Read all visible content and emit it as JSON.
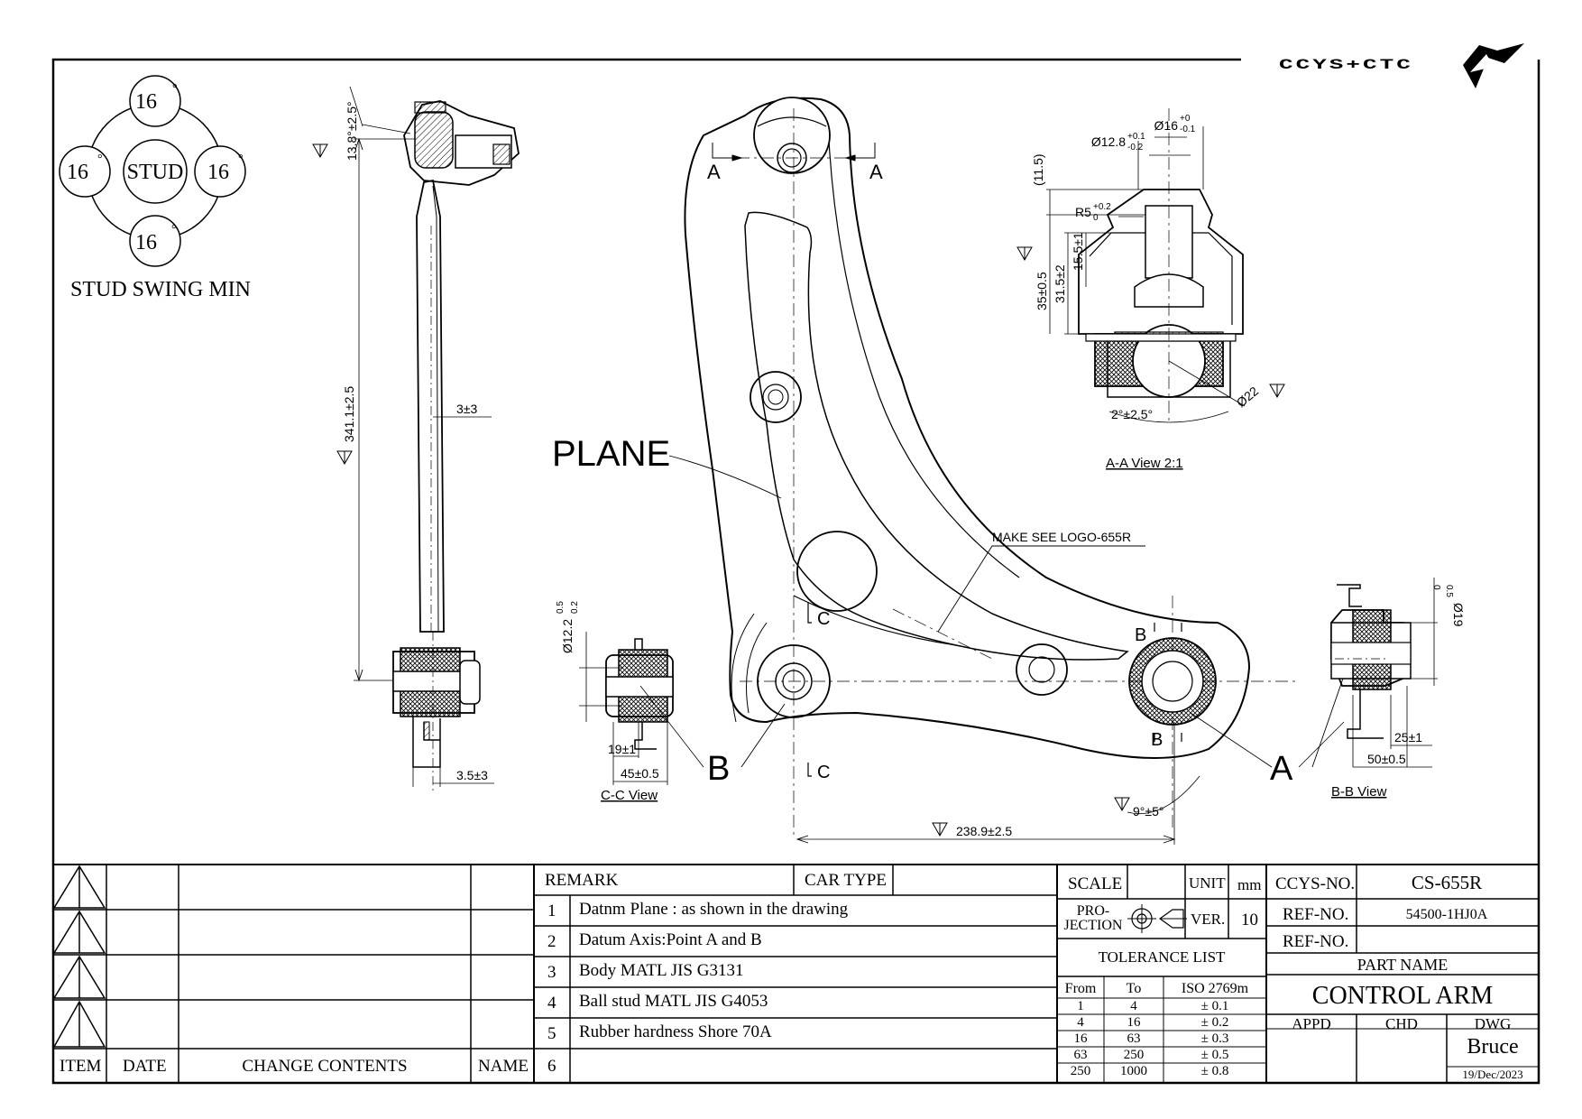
{
  "logo": {
    "text": "CCYS+CTC"
  },
  "stud_swing": {
    "top": "16",
    "left": "16",
    "right": "16",
    "bottom": "16",
    "degree": "°",
    "center": "STUD",
    "caption": "STUD SWING MIN"
  },
  "side_view": {
    "angle_top": "13.8°±2.5°",
    "length": "341.1±2.5",
    "offset_mid": "3±3",
    "offset_bottom": "3.5±3"
  },
  "cc_view": {
    "diameter": "Ø12.2",
    "diameter_tol_upper": "0.5",
    "diameter_tol_lower": "0.2",
    "dim_inner": "19±1",
    "dim_outer": "45±0.5",
    "caption": "C-C View"
  },
  "main_view": {
    "plane_label": "PLANE",
    "section_a_left": "A",
    "section_a_right": "A",
    "section_c_top": "C",
    "section_c_bottom": "C",
    "section_b_top": "B",
    "section_b_bottom": "B",
    "point_b": "B",
    "point_a": "A",
    "logo_note": "MAKE SEE LOGO-655R",
    "angle_bottom": "9°±5°",
    "span": "238.9±2.5"
  },
  "aa_view": {
    "dim_d16": "Ø16",
    "dim_d16_upper": "+0",
    "dim_d16_lower": "-0.1",
    "dim_d128": "Ø12.8",
    "dim_d128_upper": "+0.1",
    "dim_d128_lower": "-0.2",
    "dim_r5": "R5",
    "dim_r5_upper": "+0.2",
    "dim_r5_lower": "0",
    "dim_115": "(11.5)",
    "dim_155": "15.5±1",
    "dim_315": "31.5±2",
    "dim_35": "35±0.5",
    "dim_d22": "Ø22",
    "angle": "2°±2.5°",
    "caption": "A-A View 2:1"
  },
  "bb_view": {
    "diameter": "Ø19",
    "diameter_upper": "0.5",
    "diameter_lower": "0",
    "dim_25": "25±1",
    "dim_50": "50±0.5",
    "caption": "B-B View"
  },
  "title_block": {
    "revision_headers": {
      "item": "ITEM",
      "date": "DATE",
      "change": "CHANGE CONTENTS",
      "name": "NAME"
    },
    "remark_label": "REMARK",
    "car_type_label": "CAR TYPE",
    "remarks": [
      {
        "no": "1",
        "text": "Datnm Plane : as shown in the drawing"
      },
      {
        "no": "2",
        "text": "Datum Axis:Point A and B"
      },
      {
        "no": "3",
        "text": "Body MATL JIS G3131"
      },
      {
        "no": "4",
        "text": "Ball stud MATL JIS G4053"
      },
      {
        "no": "5",
        "text": "Rubber hardness Shore 70A"
      },
      {
        "no": "6",
        "text": ""
      }
    ],
    "scale_label": "SCALE",
    "unit_label": "UNIT",
    "unit_value": "mm",
    "projection_label_1": "PRO-",
    "projection_label_2": "JECTION",
    "ver_label": "VER.",
    "ver_value": "10",
    "tolerance_title": "TOLERANCE LIST",
    "tolerance_headers": {
      "from": "From",
      "to": "To",
      "iso": "ISO 2769m"
    },
    "tolerances": [
      {
        "from": "1",
        "to": "4",
        "tol": "± 0.1"
      },
      {
        "from": "4",
        "to": "16",
        "tol": "± 0.2"
      },
      {
        "from": "16",
        "to": "63",
        "tol": "± 0.3"
      },
      {
        "from": "63",
        "to": "250",
        "tol": "± 0.5"
      },
      {
        "from": "250",
        "to": "1000",
        "tol": "± 0.8"
      }
    ],
    "ccys_no_label": "CCYS-NO.",
    "ccys_no": "CS-655R",
    "ref_no_label_1": "REF-NO.",
    "ref_no_1": "54500-1HJ0A",
    "ref_no_label_2": "REF-NO.",
    "ref_no_2": "",
    "part_name_label": "PART NAME",
    "part_name": "CONTROL ARM",
    "appd_label": "APPD",
    "chd_label": "CHD",
    "dwg_label": "DWG",
    "dwg_by": "Bruce",
    "date": "19/Dec/2023"
  }
}
